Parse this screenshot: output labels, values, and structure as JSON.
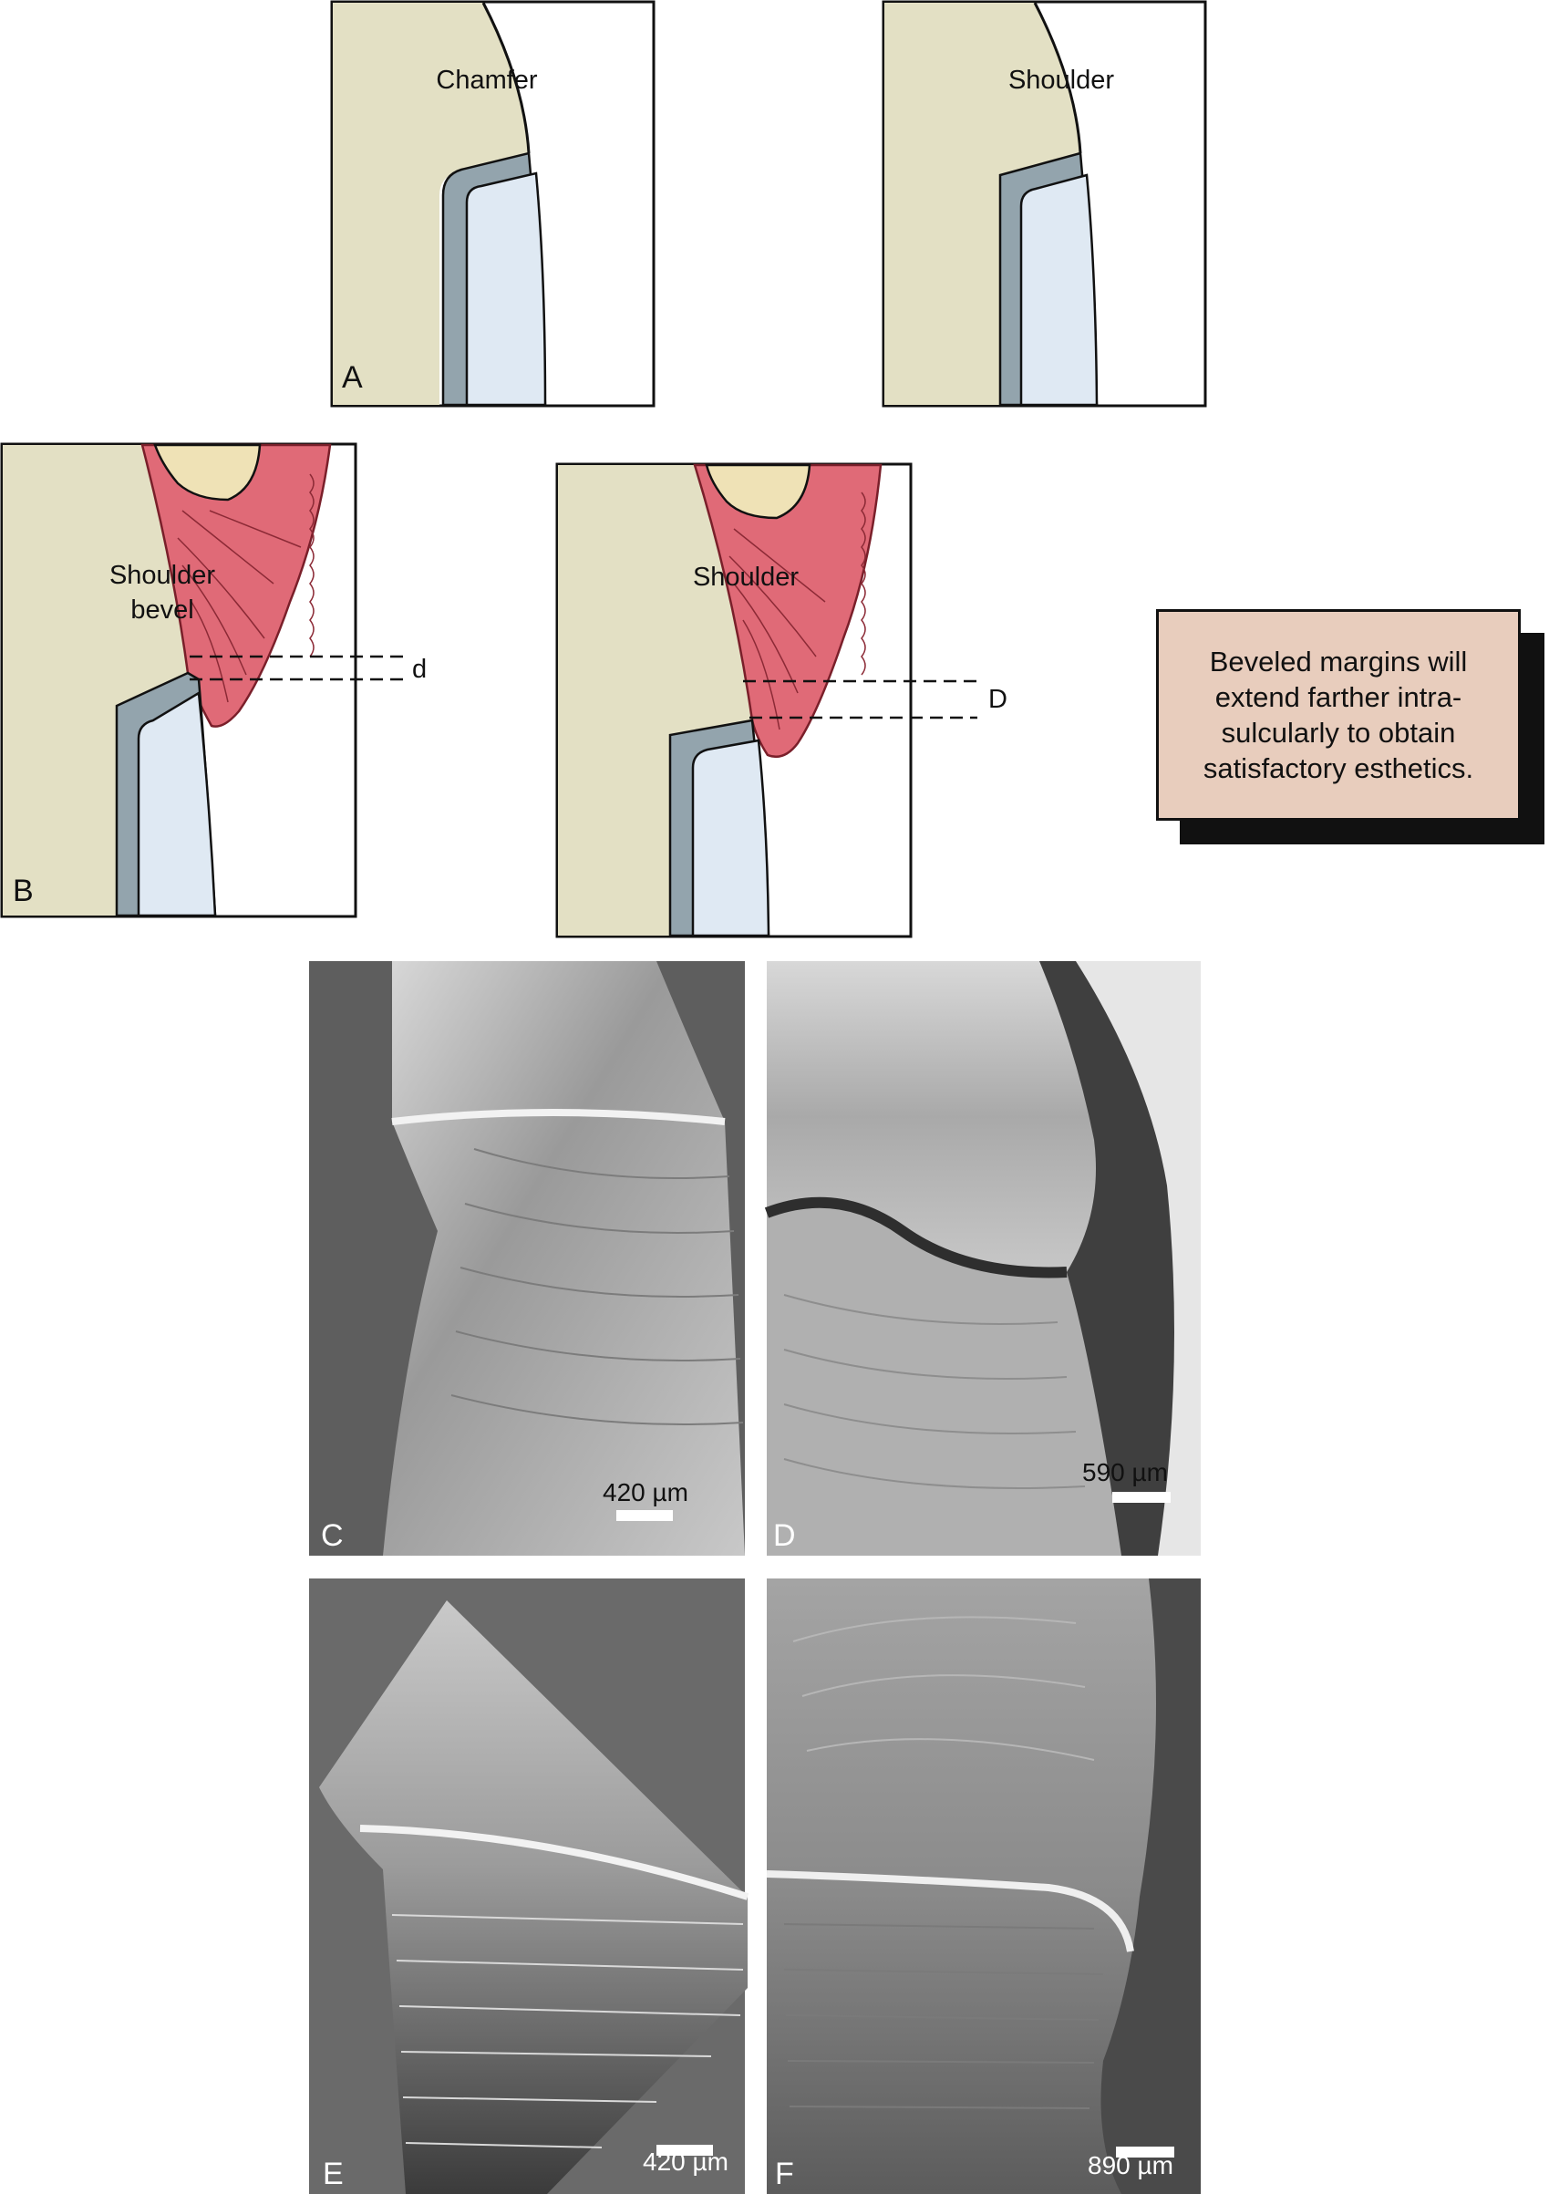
{
  "panels": {
    "a_left_label": "Chamfer",
    "a_right_label": "Shoulder",
    "a_letter": "A",
    "b_left_label_line1": "Shoulder",
    "b_left_label_line2": "bevel",
    "b_left_dim": "d",
    "b_letter": "B",
    "b_right_label": "Shoulder",
    "b_right_dim": "D",
    "c_letter": "C",
    "c_scale": "420 µm",
    "d_letter": "D",
    "d_scale": "590 µm",
    "e_letter": "E",
    "e_scale": "420 µm",
    "f_letter": "F",
    "f_scale": "890 µm"
  },
  "note": {
    "text": "Beveled margins will extend farther intra-sulcularly to obtain satisfactory esthetics."
  },
  "colors": {
    "tooth": "#e3e0c4",
    "metal": "#93a4ad",
    "porcelain": "#dfe9f3",
    "gingiva": "#e06a77",
    "bone": "#efe2b6",
    "sem_gray": "#6a6a6a"
  }
}
